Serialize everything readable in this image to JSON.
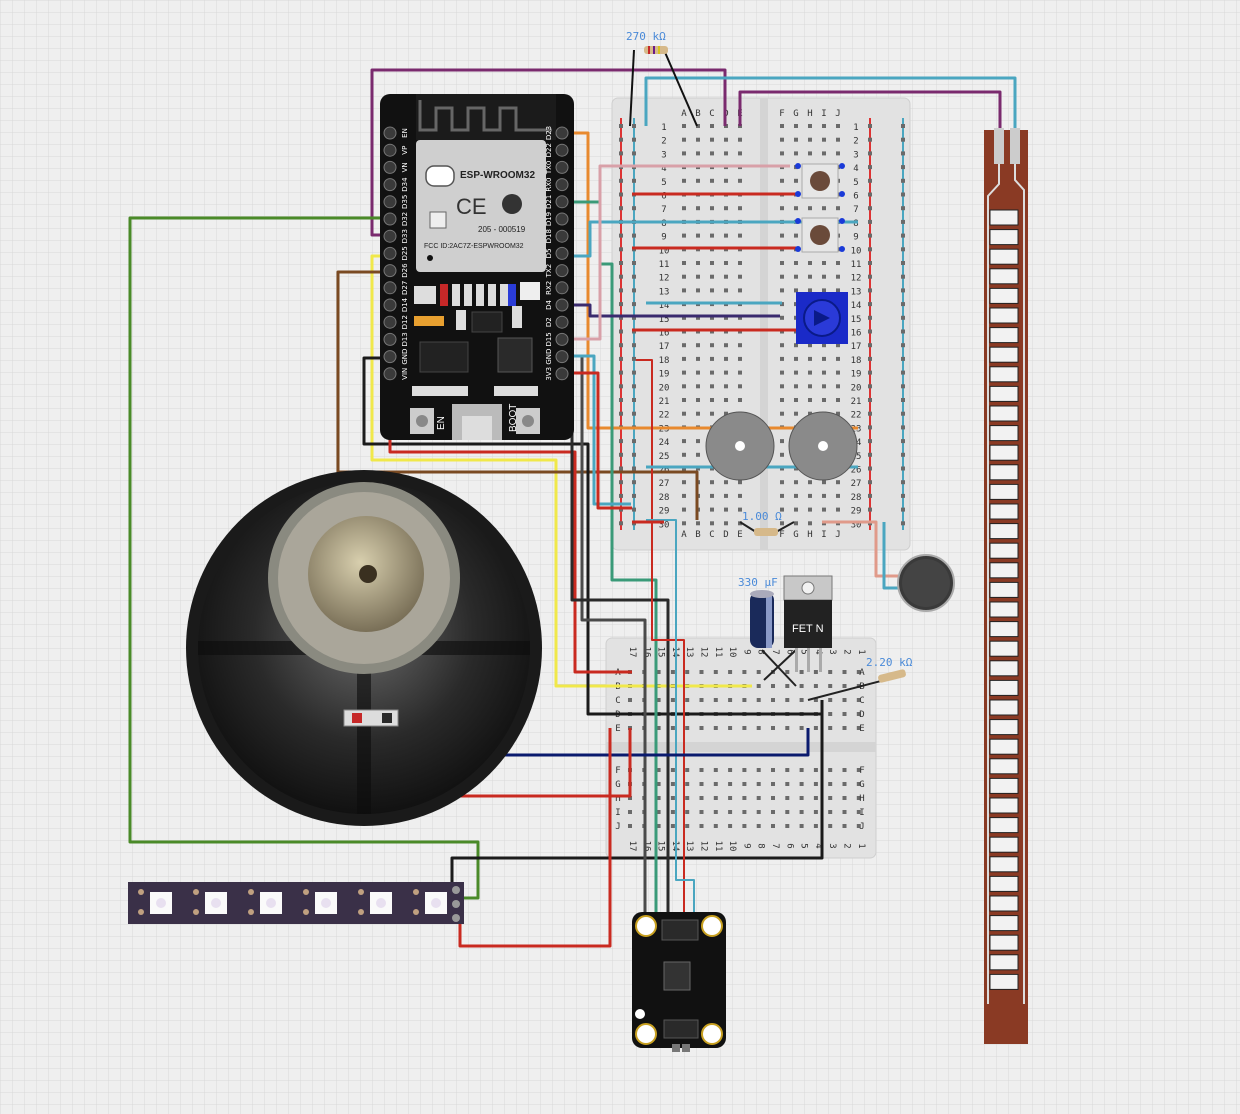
{
  "labels": {
    "resistor_top": "270 kΩ",
    "resistor_mid": "1.00 Ω",
    "resistor_right": "2.20 kΩ",
    "capacitor": "330 µF",
    "mosfet": "FET N",
    "esp_module": "ESP-WROOM32",
    "esp_fcc": "FCC ID:2AC7Z-ESPWROOM32",
    "esp_code": "205 - 000519",
    "en_button": "EN",
    "boot_button": "BOOT"
  },
  "esp_pins_left": [
    "EN",
    "VP",
    "VN",
    "D34",
    "D35",
    "D32",
    "D33",
    "D25",
    "D26",
    "D27",
    "D14",
    "D12",
    "D13",
    "GND",
    "VIN"
  ],
  "esp_pins_right": [
    "D23",
    "D22",
    "TX0",
    "RX0",
    "D21",
    "D19",
    "D18",
    "D5",
    "TX2",
    "RX2",
    "D4",
    "D2",
    "D15",
    "GND",
    "3V3"
  ],
  "breadboard_cols_left": [
    "A",
    "B",
    "C",
    "D",
    "E"
  ],
  "breadboard_cols_right": [
    "F",
    "G",
    "H",
    "I",
    "J"
  ],
  "breadboard_rows": [
    "1",
    "2",
    "3",
    "4",
    "5",
    "6",
    "7",
    "8",
    "9",
    "10",
    "11",
    "12",
    "13",
    "14",
    "15",
    "16",
    "17",
    "18",
    "19",
    "20",
    "21",
    "22",
    "23",
    "24",
    "25",
    "26",
    "27",
    "28",
    "29",
    "30"
  ],
  "half_bb_cols": [
    "17",
    "16",
    "15",
    "14",
    "13",
    "12",
    "11",
    "10",
    "9",
    "8",
    "7",
    "6",
    "5",
    "4",
    "3",
    "2",
    "1"
  ],
  "half_bb_rows_top": [
    "A",
    "B",
    "C",
    "D",
    "E"
  ],
  "half_bb_rows_bottom": [
    "F",
    "G",
    "H",
    "I",
    "J"
  ],
  "colors": {
    "background": "#efefef",
    "grid": "#d9d9d9",
    "purple_wire": "#7a2a6e",
    "teal_wire": "#4aa6c0",
    "green_wire": "#4a8a28",
    "yellow_wire": "#f0e84a",
    "brown_wire": "#7a4a22",
    "black_wire": "#1a1a1a",
    "red_wire": "#c92a20",
    "orange_wire": "#e8892e",
    "navy_wire": "#0a1a6e",
    "pink_wire": "#d8a0a8",
    "mint_wire": "#3a9a78",
    "label_blue": "#4a8ad8"
  }
}
